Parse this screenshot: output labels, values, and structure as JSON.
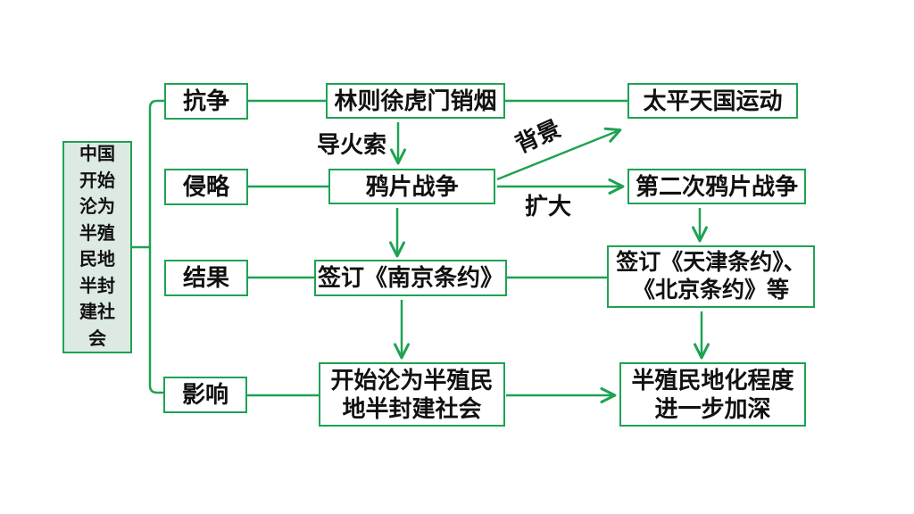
{
  "colors": {
    "accent_green": "#1fa253",
    "root_box_fill": "#dde9e3",
    "text_black": "#111111",
    "canvas_bg": "#ffffff"
  },
  "root_box": {
    "label": "中国开始沦为半殖民地半封建社会"
  },
  "categories": [
    {
      "label": "抗争"
    },
    {
      "label": "侵略"
    },
    {
      "label": "结果"
    },
    {
      "label": "影响"
    }
  ],
  "nodes": {
    "humen": {
      "label": "林则徐虎门销烟"
    },
    "taiping": {
      "label": "太平天国运动"
    },
    "opium_war": {
      "label": "鸦片战争"
    },
    "second_opium_war": {
      "label": "第二次鸦片战争"
    },
    "nanjing_treaty": {
      "label": "签订《南京条约》"
    },
    "tianjin_beijing_treaty": {
      "line1": "签订《天津条约》、",
      "line2": "《北京条约》等"
    },
    "begin_semi_colonial": {
      "line1": "开始沦为半殖民",
      "line2": "地半封建社会"
    },
    "deepen_semi_colonial": {
      "line1": "半殖民地化程度",
      "line2": "进一步加深"
    }
  },
  "edge_labels": {
    "fuse": "导火索",
    "background": "背景",
    "expand": "扩大"
  }
}
